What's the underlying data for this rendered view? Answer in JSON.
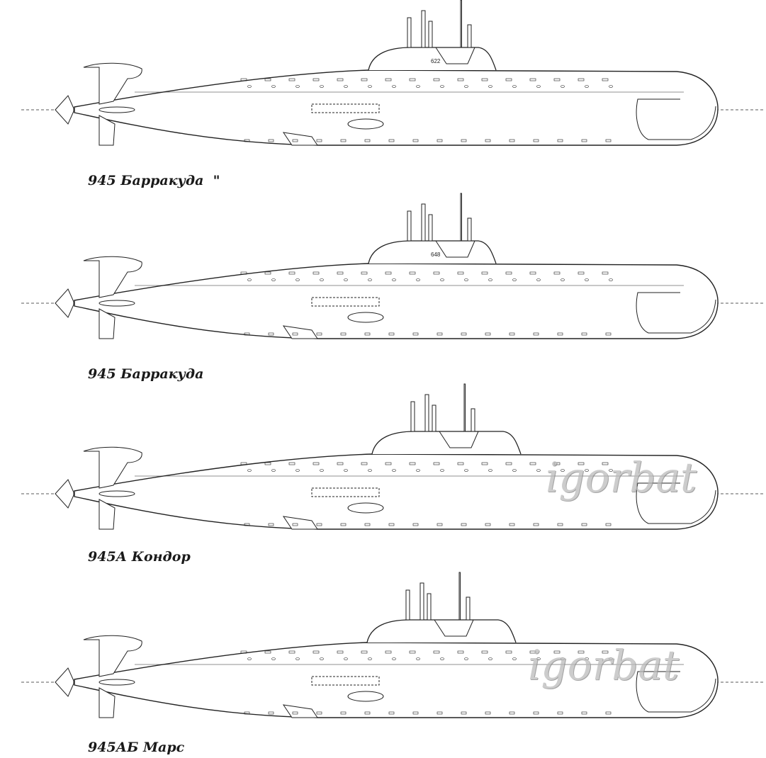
{
  "submarines": [
    {
      "label": "945 Барракуда  \"",
      "hull_number": "622",
      "watermark": ""
    },
    {
      "label": "945 Барракуда",
      "hull_number": "648",
      "watermark": ""
    },
    {
      "label": "945А Кондор",
      "hull_number": "",
      "watermark": "igorbat"
    },
    {
      "label": "945АБ Марс",
      "hull_number": "",
      "watermark": "igorbat"
    }
  ],
  "colors": {
    "line": "#222222",
    "label": "#1a1a1a",
    "watermark": "#bbbbbb"
  }
}
